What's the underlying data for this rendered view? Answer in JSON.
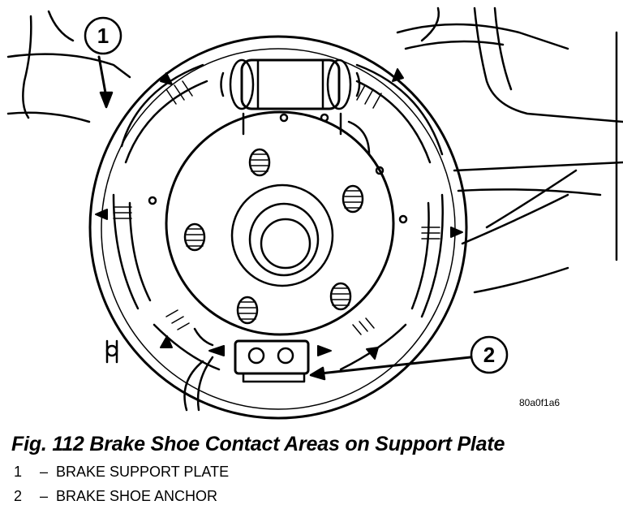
{
  "figure": {
    "code": "80a0f1a6",
    "callouts": [
      {
        "number": "1",
        "target": "brake-support-plate"
      },
      {
        "number": "2",
        "target": "brake-shoe-anchor"
      }
    ]
  },
  "caption": "Fig. 112 Brake Shoe Contact Areas on Support Plate",
  "legend": [
    {
      "number": "1",
      "dash": "–",
      "label": "BRAKE SUPPORT PLATE"
    },
    {
      "number": "2",
      "dash": "–",
      "label": "BRAKE SHOE ANCHOR"
    }
  ]
}
